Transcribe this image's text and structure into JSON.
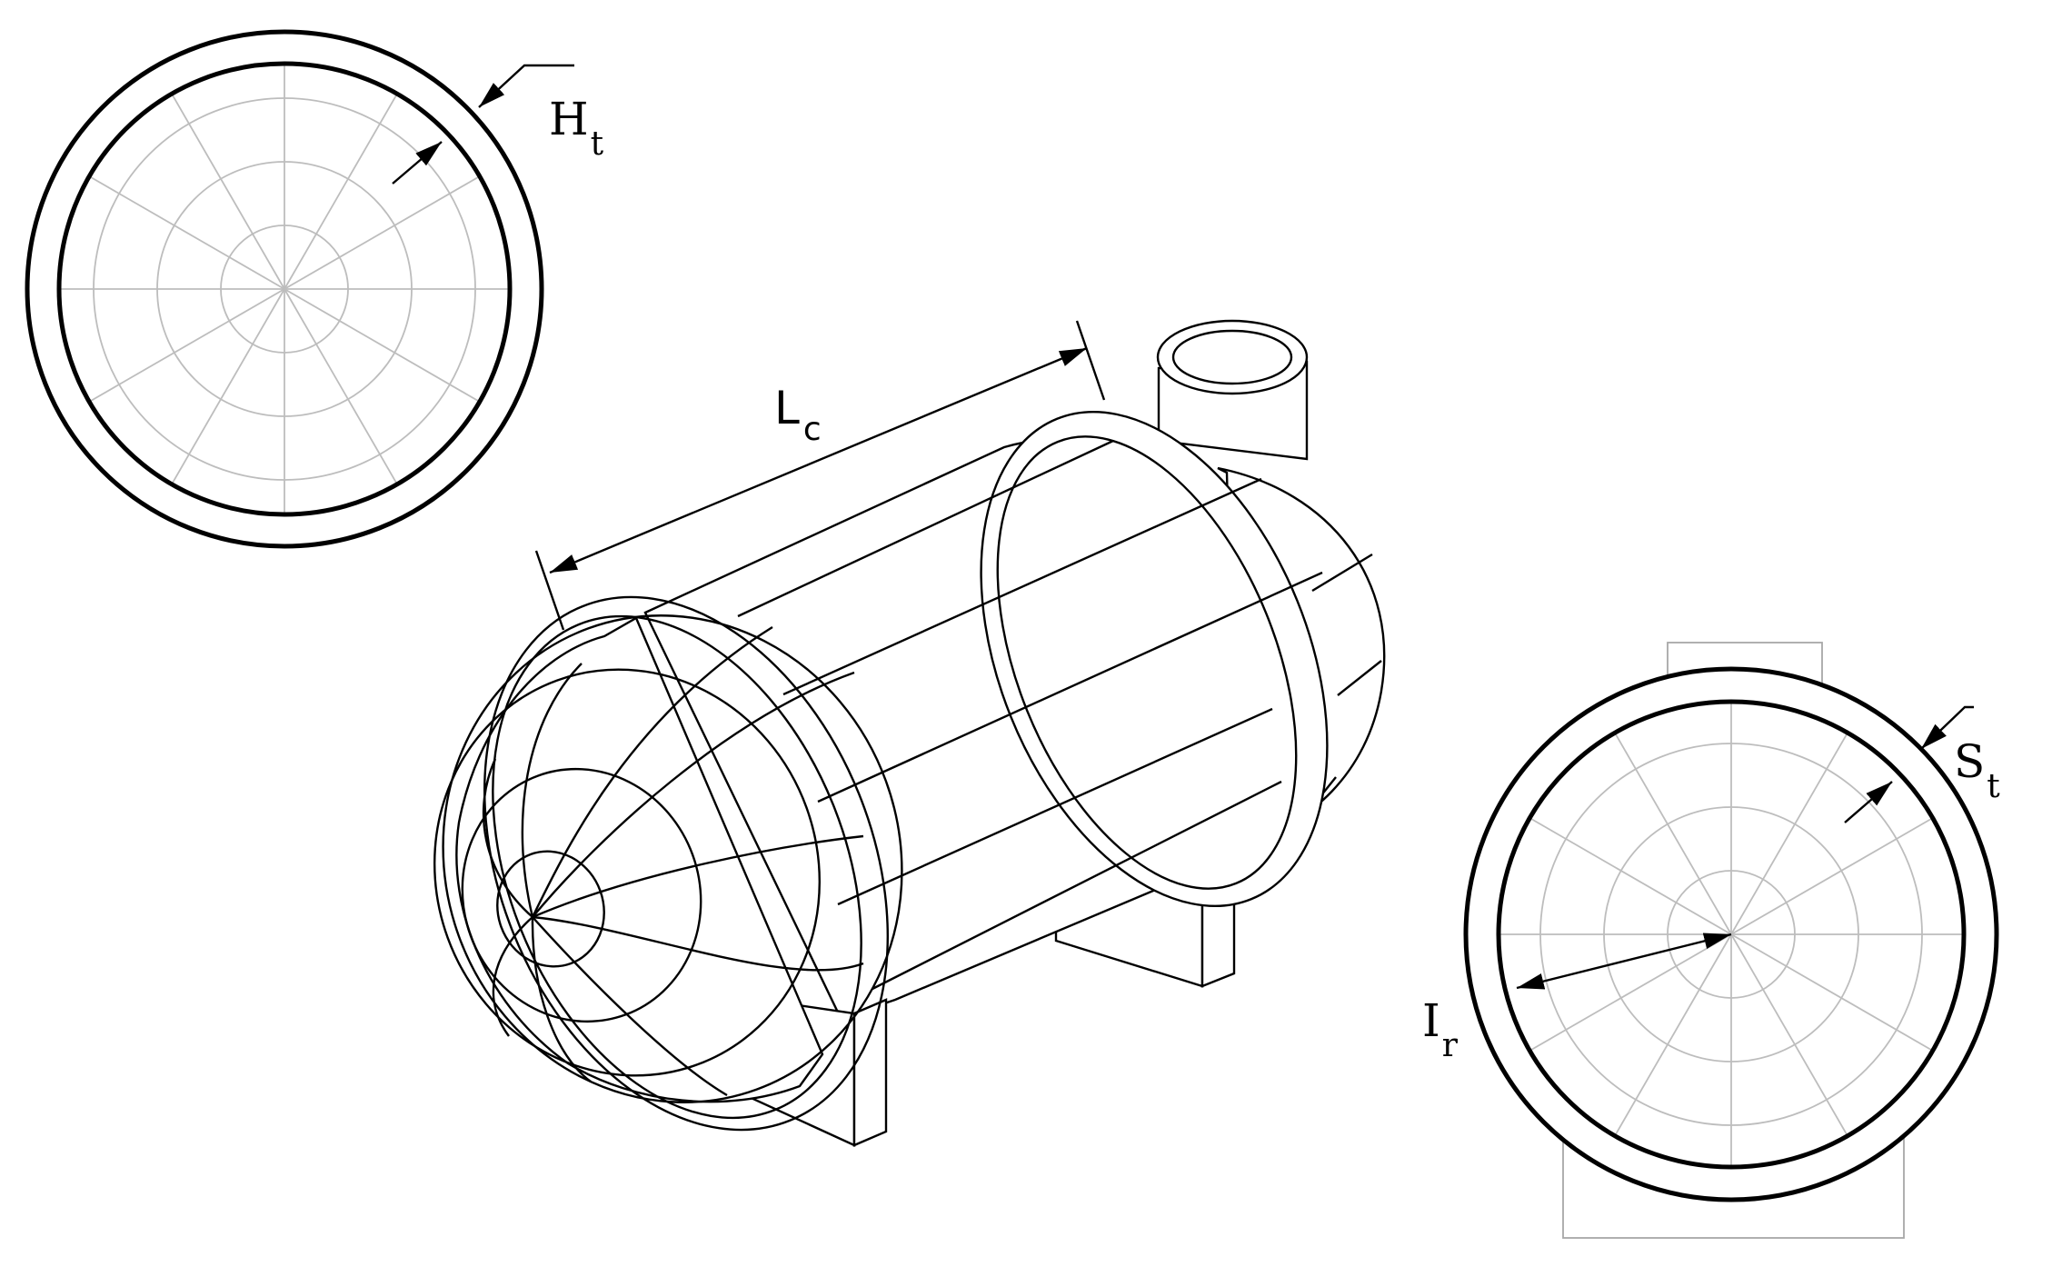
{
  "labels": {
    "head_thickness": {
      "main": "H",
      "sub": "t"
    },
    "cylinder_length": {
      "main": "L",
      "sub": "c"
    },
    "shell_thickness": {
      "main": "S",
      "sub": "t"
    },
    "inner_radius": {
      "main": "I",
      "sub": "r"
    }
  },
  "colors": {
    "line": "#000000",
    "grid": "#bdbdbd",
    "background": "#ffffff"
  }
}
